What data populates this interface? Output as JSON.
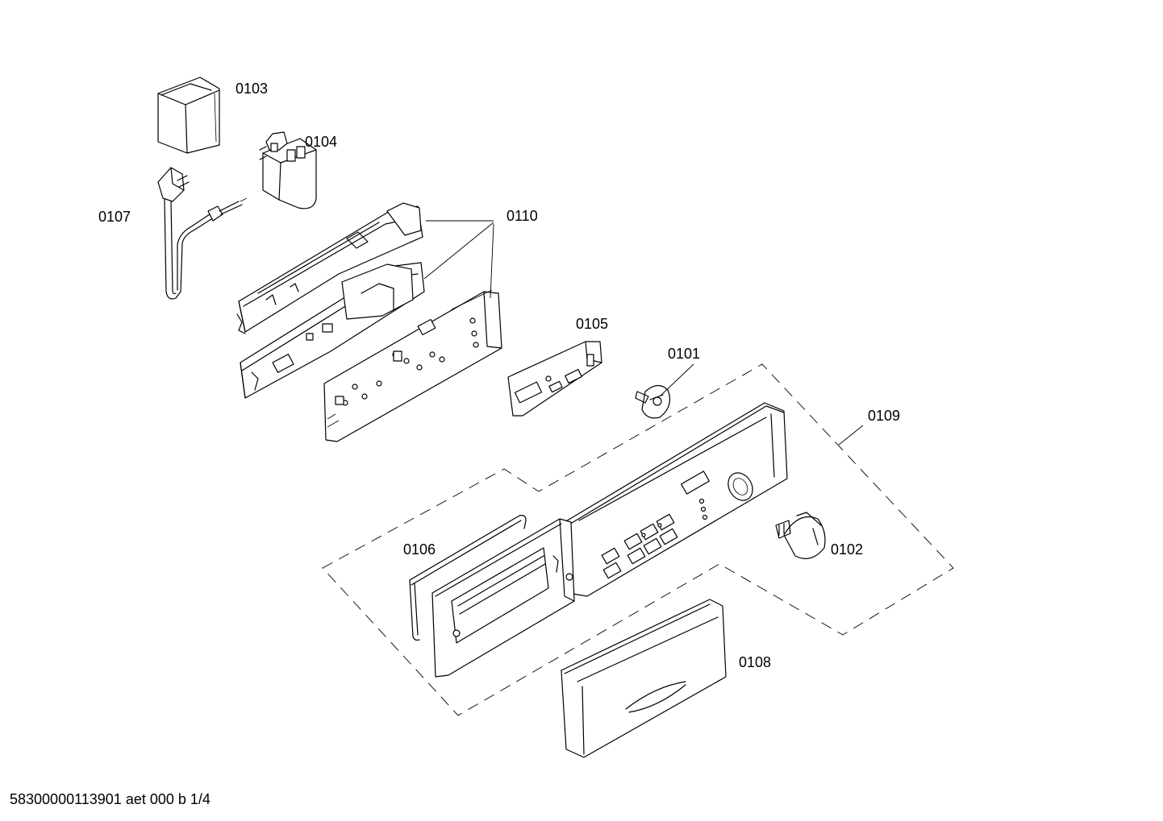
{
  "parts": {
    "p0101": "0101",
    "p0102": "0102",
    "p0103": "0103",
    "p0104": "0104",
    "p0105": "0105",
    "p0106": "0106",
    "p0107": "0107",
    "p0108": "0108",
    "p0109": "0109",
    "p0110": "0110"
  },
  "footer": {
    "drawing_code": "58300000113901 aet 000 b 1/4"
  }
}
